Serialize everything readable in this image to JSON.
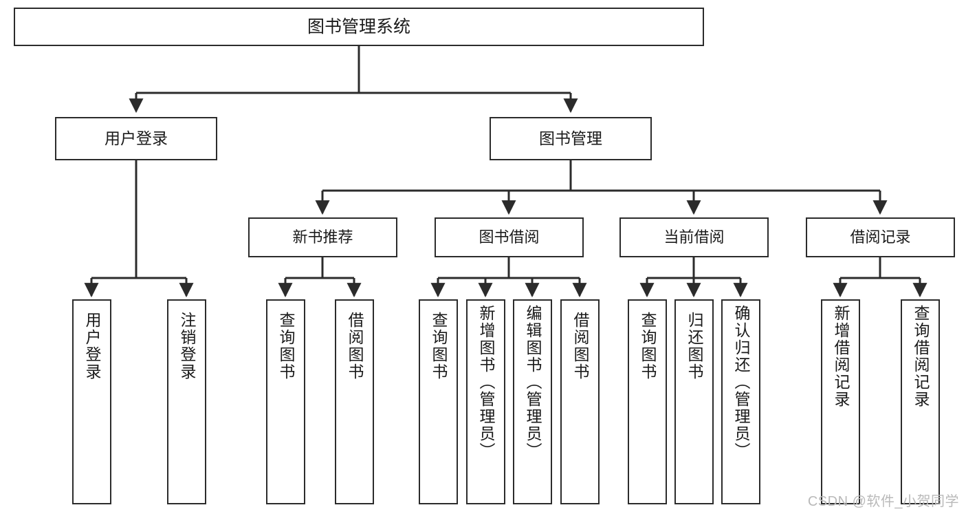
{
  "diagram": {
    "title_node": {
      "label": "图书管理系统"
    },
    "level2": [
      {
        "label": "用户登录"
      },
      {
        "label": "图书管理"
      }
    ],
    "level3": [
      {
        "label": "新书推荐"
      },
      {
        "label": "图书借阅"
      },
      {
        "label": "当前借阅"
      },
      {
        "label": "借阅记录"
      }
    ],
    "leaves": [
      {
        "label": "用户登录"
      },
      {
        "label": "注销登录"
      },
      {
        "label": "查询图书"
      },
      {
        "label": "借阅图书"
      },
      {
        "label": "查询图书"
      },
      {
        "label": "新增图书（管理员）"
      },
      {
        "label": "编辑图书（管理员）"
      },
      {
        "label": "借阅图书"
      },
      {
        "label": "查询图书"
      },
      {
        "label": "归还图书"
      },
      {
        "label": "确认归还（管理员）"
      },
      {
        "label": "新增借阅记录"
      },
      {
        "label": "查询借阅记录"
      }
    ]
  },
  "watermark": {
    "text": "CSDN @软件_小贺同学"
  },
  "colors": {
    "stroke": "#2b2b2b",
    "background": "#ffffff",
    "text": "#1a1a1a",
    "watermark": "#b9b9b9"
  }
}
